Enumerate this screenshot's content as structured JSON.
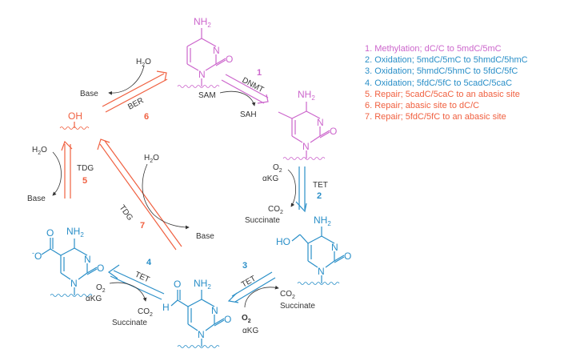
{
  "colors": {
    "methylation": "#cc66cc",
    "oxidation": "#2a8fc8",
    "repair": "#f06040",
    "reagent": "#333333"
  },
  "legend": [
    {
      "text": "1. Methylation; dC/C to 5mdC/5mC",
      "kind": "methylation"
    },
    {
      "text": "2. Oxidation; 5mdC/5mC to 5hmdC/5hmC",
      "kind": "oxidation"
    },
    {
      "text": "3. Oxidation; 5hmdC/5hmC to 5fdC/5fC",
      "kind": "oxidation"
    },
    {
      "text": "4. Oxidation; 5fdC/5fC to 5cadC/5caC",
      "kind": "oxidation"
    },
    {
      "text": "5. Repair; 5cadC/5caC to an abasic site",
      "kind": "repair"
    },
    {
      "text": "6. Repair; abasic site to dC/C",
      "kind": "repair"
    },
    {
      "text": "7. Repair; 5fdC/5fC to an abasic site",
      "kind": "repair"
    }
  ],
  "atoms": {
    "nh2": "NH",
    "sub2": "2",
    "n": "N",
    "o": "O",
    "oh": "OH",
    "ho": "HO",
    "h": "H",
    "o_minus": "O",
    "minus": "-"
  },
  "steps": {
    "s1": {
      "number": "1",
      "enzyme": "DNMT",
      "in": "SAM",
      "out": "SAH"
    },
    "s2": {
      "number": "2",
      "enzyme": "TET",
      "in1": "O",
      "in2": "αKG",
      "out1": "CO",
      "out2": "Succinate"
    },
    "s3": {
      "number": "3",
      "enzyme": "TET",
      "in1": "O",
      "in2": "αKG",
      "out1": "CO",
      "out2": "Succinate"
    },
    "s4": {
      "number": "4",
      "enzyme": "TET",
      "in1": "O",
      "in2": "αKG",
      "out1": "CO",
      "out2": "Succinate"
    },
    "s5": {
      "number": "5",
      "enzyme": "TDG",
      "in": "H",
      "in_tail": "O",
      "out": "Base"
    },
    "s6": {
      "number": "6",
      "enzyme": "BER",
      "in": "H",
      "in_tail": "O",
      "out": "Base"
    },
    "s7": {
      "number": "7",
      "enzyme": "TDG",
      "in": "H",
      "in_tail": "O",
      "out": "Base"
    }
  }
}
